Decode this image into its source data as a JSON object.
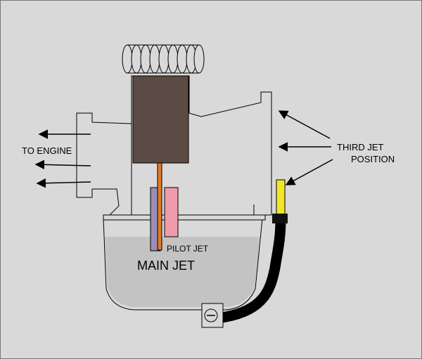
{
  "labels": {
    "to_engine": "TO ENGINE",
    "third_jet_line1": "THIRD JET",
    "third_jet_line2": "POSITION",
    "pilot_jet": "PILOT JET",
    "main_jet": "MAIN JET"
  },
  "colors": {
    "background": "#d9d9d9",
    "outline": "#000000",
    "slide": "#5c4a45",
    "needle": "#e07a2a",
    "pilot_jet": "#ef9aaa",
    "main_jet_tube": "#9a8fb3",
    "fuel": "#c3c3c3",
    "third_jet": "#f2e62a",
    "hose": "#111111"
  }
}
